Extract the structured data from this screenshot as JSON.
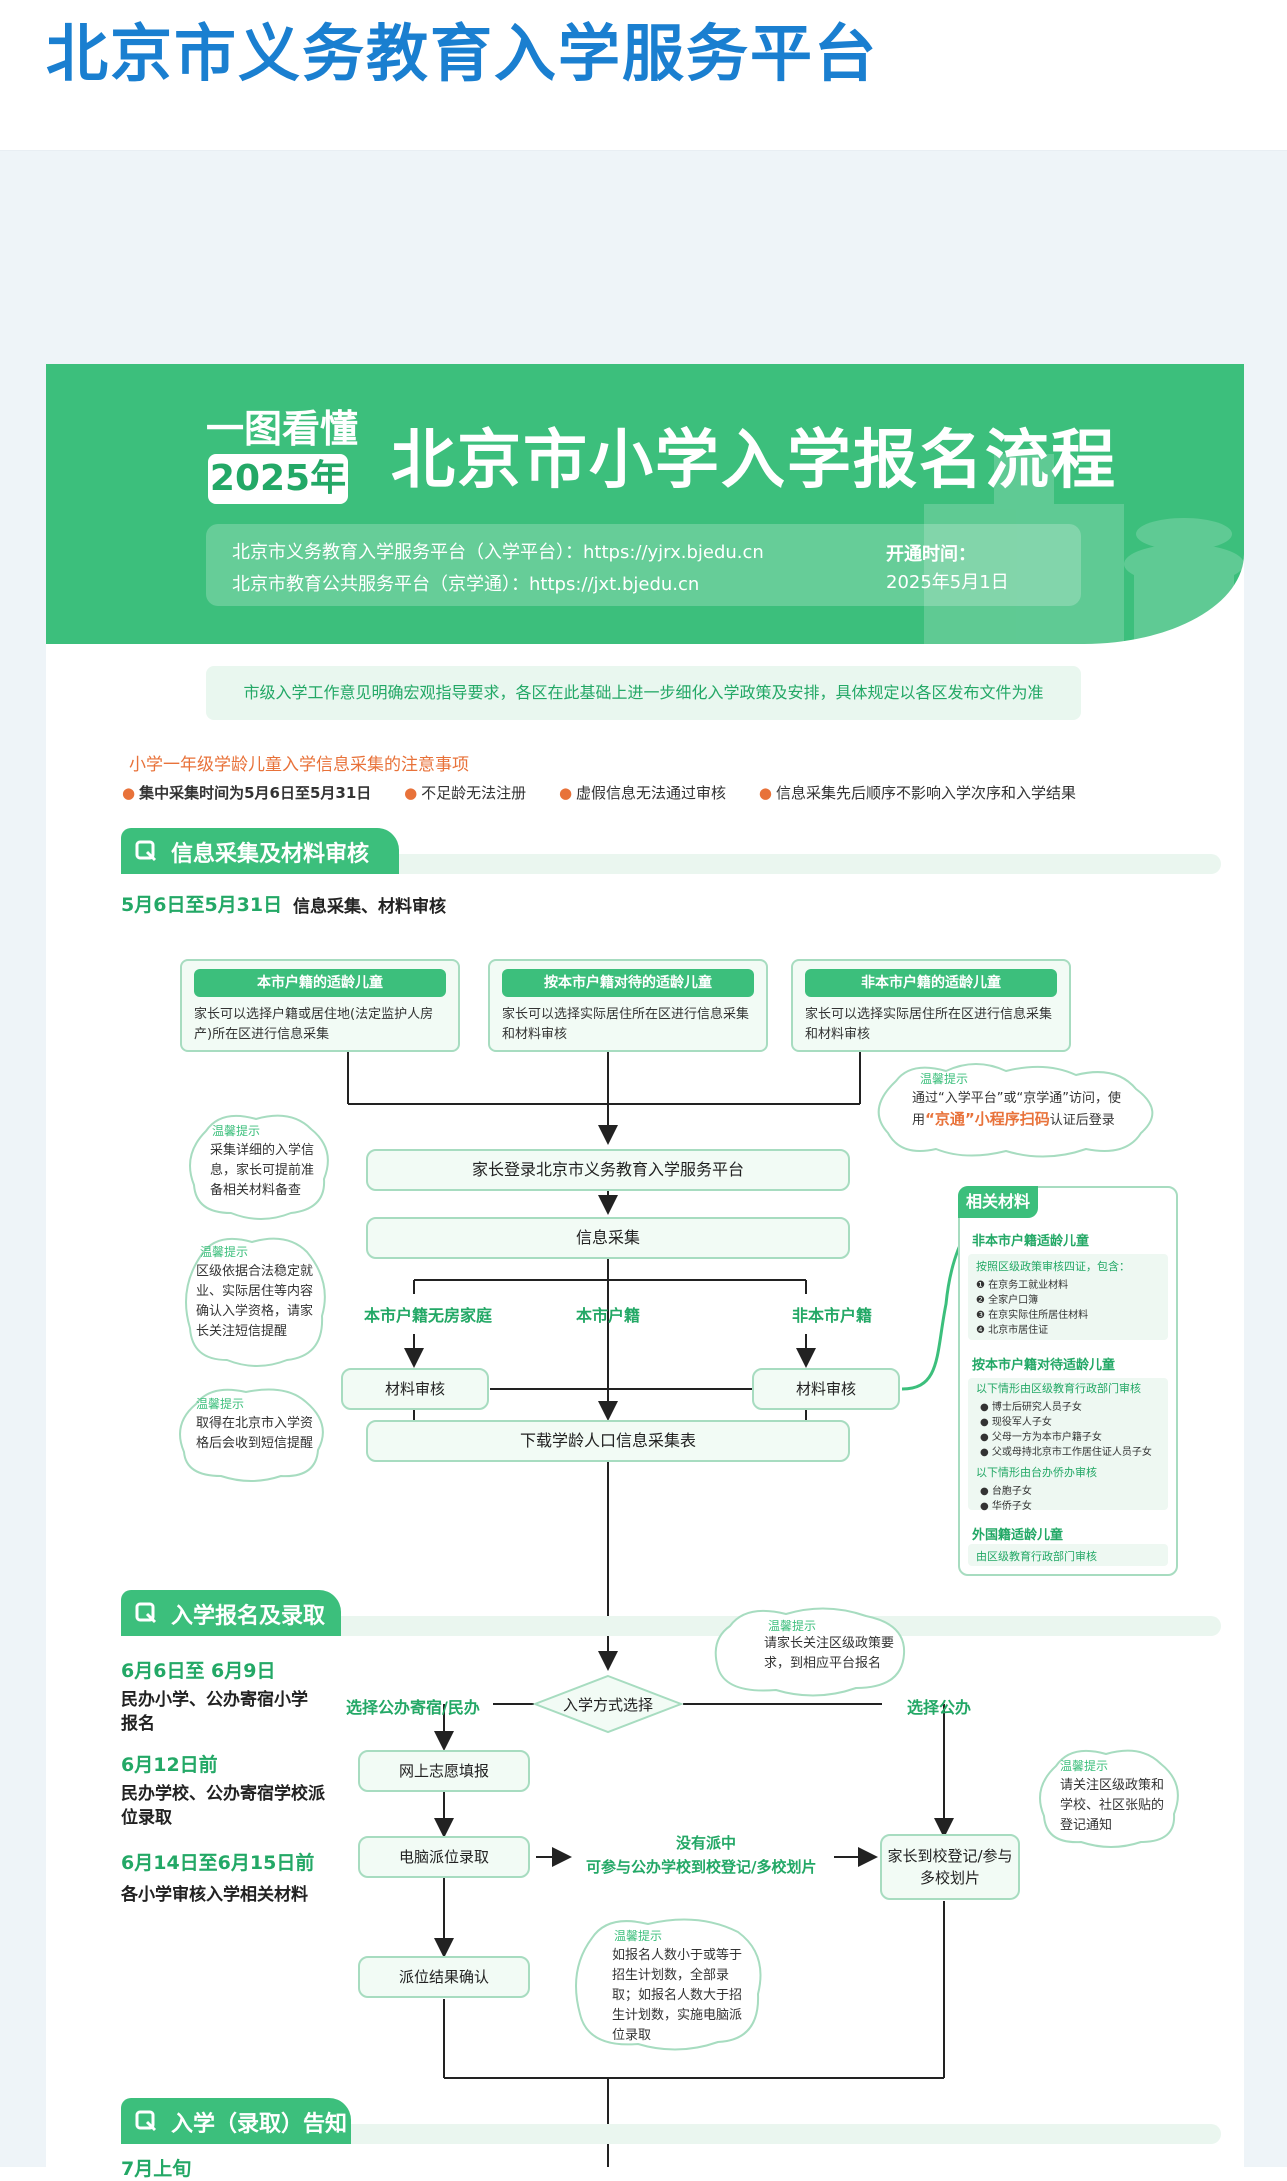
{
  "site_title": "北京市义务教育入学服务平台",
  "poster": {
    "yitu": "一图看懂",
    "year": "2025年",
    "title": "北京市小学入学报名流程",
    "info_line1": "北京市义务教育入学服务平台（入学平台）：https://yjrx.bjedu.cn",
    "info_line2": "北京市教育公共服务平台（京学通）：https://jxt.bjedu.cn",
    "open_time_label": "开通时间：",
    "open_time": "2025年5月1日",
    "notice": "市级入学工作意见明确宏观指导要求，各区在此基础上进一步细化入学政策及安排，具体规定以各区发布文件为准",
    "attention_title": "小学一年级学龄儿童入学信息采集的注意事项",
    "attention_items": [
      "集中采集时间为5月6日至5月31日",
      "不足龄无法注册",
      "虚假信息无法通过审核",
      "信息采集先后顺序不影响入学次序和入学结果"
    ],
    "section1": {
      "title": "信息采集及材料审核",
      "date": "5月6日至5月31日",
      "desc": "信息采集、材料审核",
      "cards": [
        {
          "head": "本市户籍的适龄儿童",
          "body": "家长可以选择户籍或居住地(法定监护人房产)所在区进行信息采集"
        },
        {
          "head": "按本市户籍对待的适龄儿童",
          "body": "家长可以选择实际居住所在区进行信息采集和材料审核"
        },
        {
          "head": "非本市户籍的适龄儿童",
          "body": "家长可以选择实际居住所在区进行信息采集和材料审核"
        }
      ],
      "tip_right_head": "温馨提示",
      "tip_right_body1": "通过“入学平台”或“京学通”访问，使用",
      "tip_right_hl": "“京通”小程序扫码",
      "tip_right_body2": "认证后登录",
      "tip_left1_head": "温馨提示",
      "tip_left1_body": "采集详细的入学信息，家长可提前准备相关材料备查",
      "tip_left2_head": "温馨提示",
      "tip_left2_body": "区级依据合法稳定就业、实际居住等内容确认入学资格，请家长关注短信提醒",
      "tip_left3_head": "温馨提示",
      "tip_left3_body": "取得在北京市入学资格后会收到短信提醒",
      "login": "家长登录北京市义务教育入学服务平台",
      "collect": "信息采集",
      "branch_left": "本市户籍无房家庭",
      "branch_mid": "本市户籍",
      "branch_right": "非本市户籍",
      "audit_left": "材料审核",
      "audit_right": "材料审核",
      "download": "下载学龄人口信息采集表"
    },
    "materials": {
      "tab": "相关材料",
      "g1_title": "非本市户籍适龄儿童",
      "g1_sub": "按照区级政策审核四证，包含：",
      "g1_items": [
        "在京务工就业材料",
        "全家户口簿",
        "在京实际住所居住材料",
        "北京市居住证"
      ],
      "g2_title": "按本市户籍对待适龄儿童",
      "g2_sub1": "以下情形由区级教育行政部门审核",
      "g2_items1": [
        "博士后研究人员子女",
        "现役军人子女",
        "父母一方为本市户籍子女",
        "父或母持北京市工作居住证人员子女"
      ],
      "g2_sub2": "以下情形由台办侨办审核",
      "g2_items2": [
        "台胞子女",
        "华侨子女"
      ],
      "g3_title": "外国籍适龄儿童",
      "g3_sub": "由区级教育行政部门审核"
    },
    "section2": {
      "title": "入学报名及录取",
      "d1": "6月6日至 6月9日",
      "t1": "民办小学、公办寄宿小学报名",
      "d2": "6月12日前",
      "t2": "民办学校、公办寄宿学校派位录取",
      "d3": "6月14日至6月15日前",
      "t3": "各小学审核入学相关材料",
      "tip_top_head": "温馨提示",
      "tip_top_body": "请家长关注区级政策要求，到相应平台报名",
      "choose": "入学方式选择",
      "left_label": "选择公办寄宿/民办",
      "right_label": "选择公办",
      "online": "网上志愿填报",
      "computer": "电脑派位录取",
      "no_dispatch1": "没有派中",
      "no_dispatch2": "可参与公办学校到校登记/多校划片",
      "register": "家长到校登记/参与多校划片",
      "confirm": "派位结果确认",
      "tip_right_head": "温馨提示",
      "tip_right_body": "请关注区级政策和学校、社区张贴的登记通知",
      "tip_bottom_head": "温馨提示",
      "tip_bottom_body": "如报名人数小于或等于招生计划数，全部录取；如报名人数大于招生计划数，实施电脑派位录取"
    },
    "section3": {
      "title": "入学（录取）告知",
      "date_partial": "7月上旬"
    }
  },
  "colors": {
    "green": "#3cbf7c",
    "dark_green": "#23a866",
    "blue": "#1a7fd0",
    "orange": "#e8723a"
  }
}
